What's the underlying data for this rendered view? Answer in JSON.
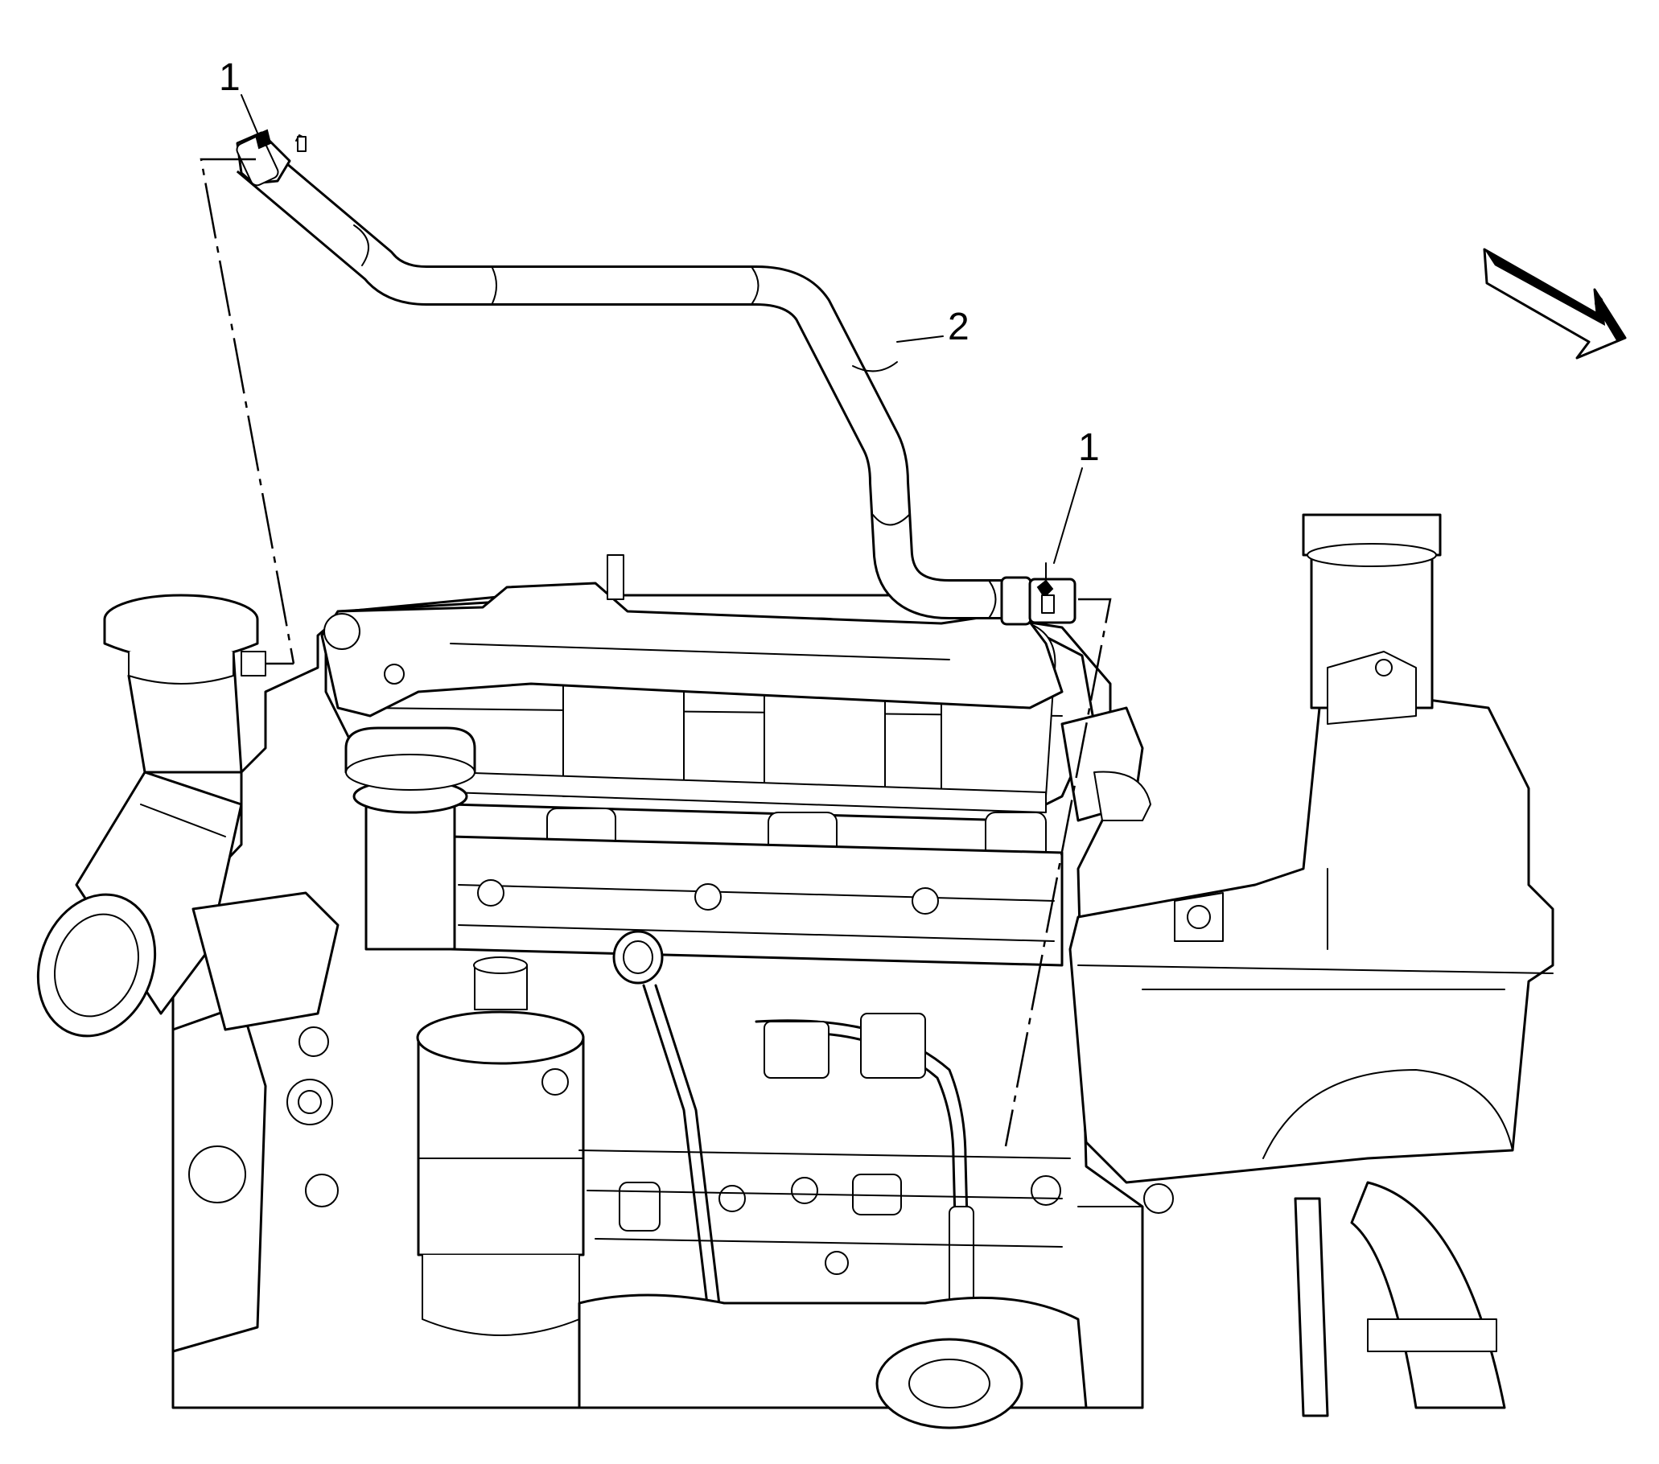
{
  "diagram": {
    "callouts": [
      {
        "id": "clamp-upper",
        "text": "1"
      },
      {
        "id": "clamp-lower",
        "text": "1"
      },
      {
        "id": "hose",
        "text": "2"
      }
    ],
    "icons": {
      "direction_arrow": "direction-arrow-icon"
    }
  }
}
